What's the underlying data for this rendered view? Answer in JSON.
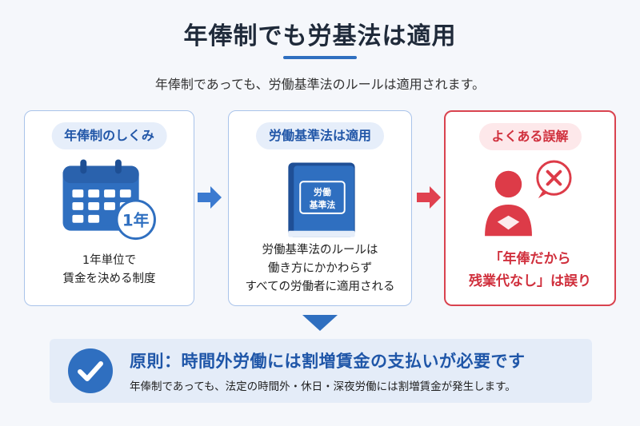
{
  "header": {
    "title": "年俸制でも労基法は適用",
    "subtitle": "年俸制であっても、労働基準法のルールは適用されます。"
  },
  "cards": [
    {
      "label": "年俸制のしくみ",
      "icon": "calendar-icon",
      "badge": "1年",
      "lines": [
        "1年単位で",
        "賃金を決める制度"
      ]
    },
    {
      "label": "労働基準法は適用",
      "icon": "law-book-icon",
      "book_text": [
        "労働",
        "基準法"
      ],
      "lines": [
        "労働基準法のルールは",
        "働き方にかかわらず",
        "すべての労働者に適用される"
      ]
    },
    {
      "label": "よくある誤解",
      "icon": "person-with-x-bubble-icon",
      "lines": [
        "「年俸だから",
        "残業代なし」は誤り"
      ]
    }
  ],
  "principle": {
    "title": "原則：時間外労働には割増賃金の支払いが必要です",
    "description": "年俸制であっても、法定の時間外・休日・深夜労働には割増賃金が発生します。"
  },
  "colors": {
    "primary_blue": "#2f6fc0",
    "accent_red": "#d9434f",
    "background": "#f5f7fb"
  }
}
